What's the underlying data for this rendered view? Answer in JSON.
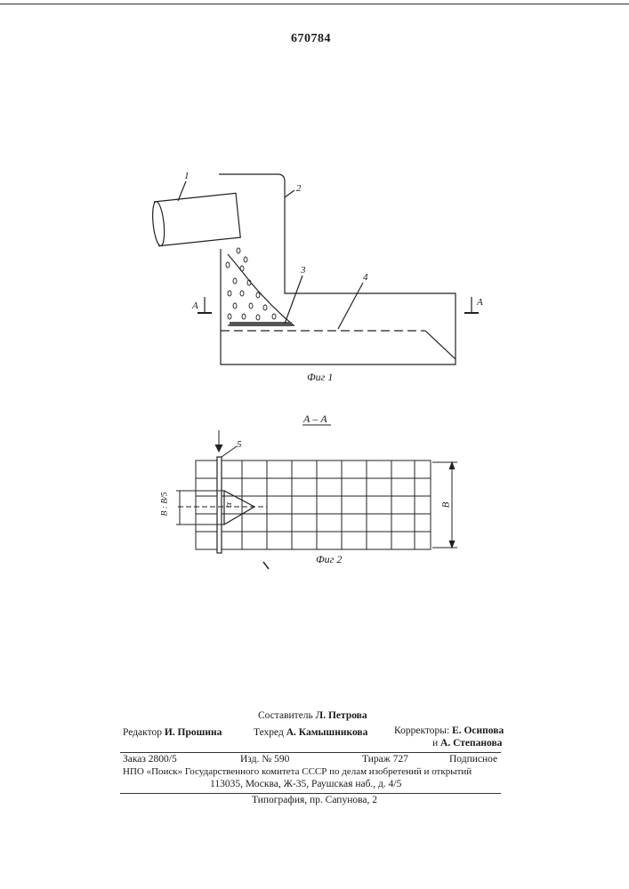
{
  "patent_number": "670784",
  "fig1": {
    "caption": "Фиг 1",
    "labels": [
      "1",
      "2",
      "3",
      "4"
    ],
    "section_mark": "А"
  },
  "fig2": {
    "section_title": "А – А",
    "caption": "Фиг 2",
    "label5": "5",
    "dim_b": "В",
    "dim_left": "В : В/5",
    "angle": "α"
  },
  "footer": {
    "composer_label": "Составитель",
    "composer_name": "Л. Петрова",
    "editor_label": "Редактор",
    "editor_name": "И. Прошина",
    "techred_label": "Техред",
    "techred_name": "А. Камышникова",
    "correctors_label": "Корректоры:",
    "corrector1": "Е. Осипова",
    "corrector2_prefix": "и",
    "corrector2": "А. Степанова",
    "order": "Заказ 2800/5",
    "izd": "Изд. № 590",
    "tirazh": "Тираж 727",
    "podpisnoe": "Подписное",
    "npo": "НПО «Поиск» Государственного комитета СССР по делам изобретений и открытий",
    "address": "113035, Москва, Ж-35, Раушская наб., д. 4/5",
    "typography": "Типография, пр. Сапунова, 2"
  }
}
